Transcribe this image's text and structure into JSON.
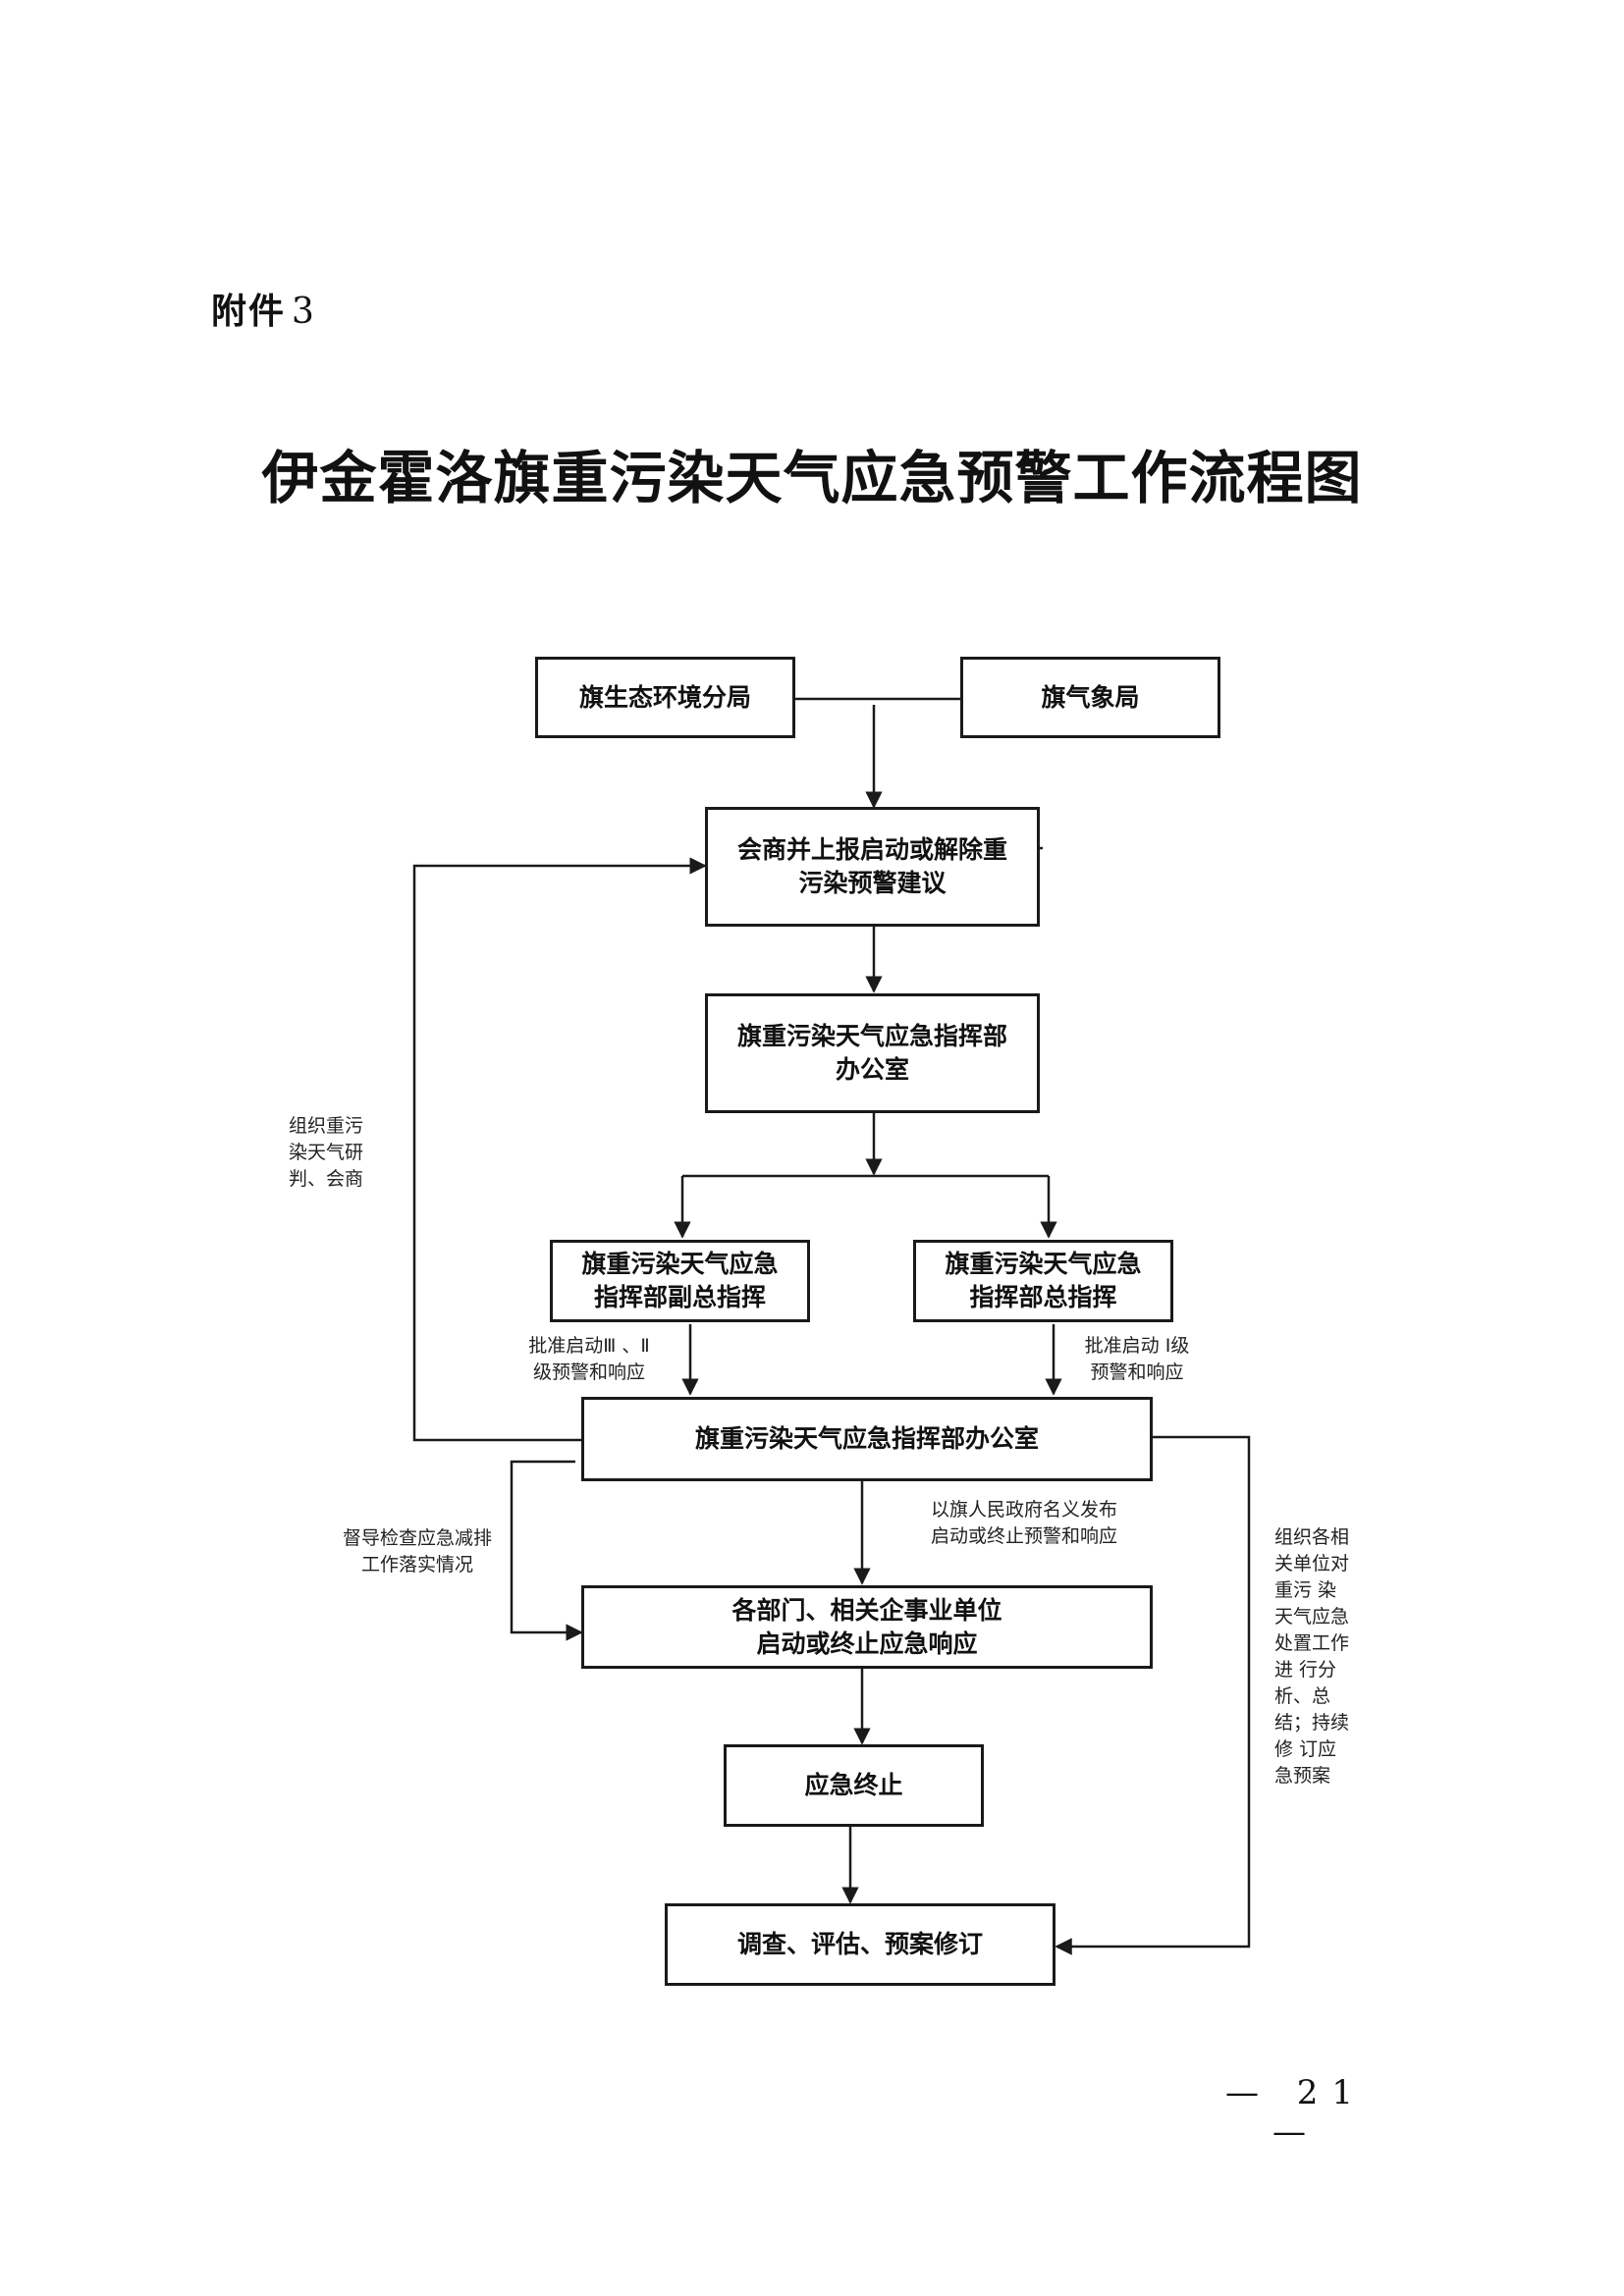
{
  "header": {
    "attachment_label": "附件",
    "attachment_number": "3"
  },
  "title": "伊金霍洛旗重污染天气应急预警工作流程图",
  "flowchart": {
    "nodes": {
      "eco_bureau": "旗生态环境分局",
      "weather_bureau": "旗气象局",
      "consult": "会商并上报启动或解除重\n污染预警建议",
      "office_top": "旗重污染天气应急指挥部\n办公室",
      "deputy_commander": "旗重污染天气应急\n指挥部副总指挥",
      "commander": "旗重污染天气应急\n指挥部总指挥",
      "office_main": "旗重污染天气应急指挥部办公室",
      "departments": "各部门、相关企事业单位\n启动或终止应急响应",
      "termination": "应急终止",
      "review": "调查、评估、预案修订"
    },
    "notes": {
      "organize_research": "组织重污\n染天气研\n判、会商",
      "approve_3_2": "批准启动Ⅲ 、Ⅱ\n级预警和响应",
      "approve_1": "批准启动 Ⅰ级\n预警和响应",
      "supervise": "督导检查应急减排\n工作落实情况",
      "publish": "以旗人民政府名义发布\n启动或终止预警和响应",
      "organize_analysis": "组织各相\n关单位对\n重污 染\n天气应急\n处置工作\n进 行分\n析、总\n结；持续\n修 订应\n急预案"
    }
  },
  "page_number": "— 21 —"
}
